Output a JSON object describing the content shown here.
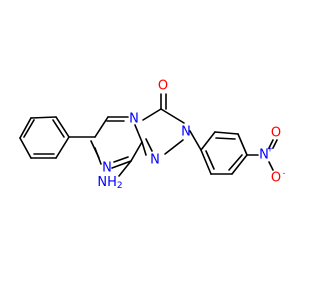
{
  "colors": {
    "bond": "#000000",
    "carbon": "#000000",
    "nitrogen": "#0000ff",
    "oxygen": "#ff0000"
  },
  "labels": {
    "amino": "NH2",
    "amino_main": "NH",
    "amino_sub": "2",
    "n_pyrazine_bottom": "N",
    "n_bridge": "N",
    "n_triazole_bottom": "N",
    "n_triazole_right": "N",
    "carbonyl_o": "O",
    "nitro_n": "N",
    "nitro_n_charge": "+",
    "nitro_o_top": "O",
    "nitro_o_bottom": "O",
    "nitro_o_charge": "-"
  }
}
